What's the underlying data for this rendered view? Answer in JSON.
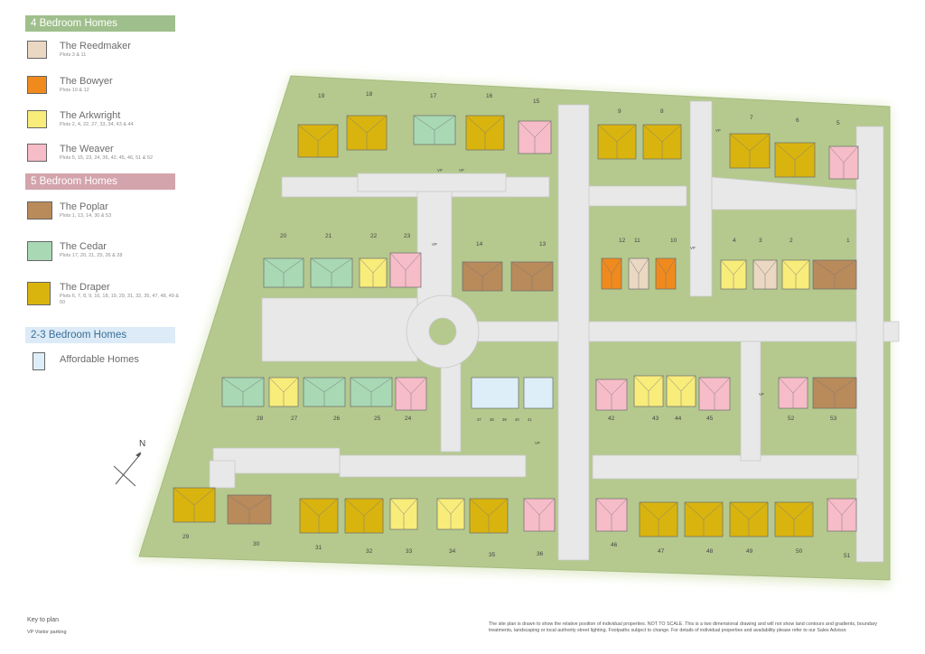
{
  "legend": {
    "four_bed": {
      "header": "4 Bedroom Homes",
      "items": [
        {
          "name": "The Reedmaker",
          "plots": "Plots 3 & 11",
          "color": "#ead8c2",
          "icon": "reedmaker-house-icon"
        },
        {
          "name": "The Bowyer",
          "plots": "Plots 10 & 12",
          "color": "#f08a1c",
          "icon": "bowyer-house-icon"
        },
        {
          "name": "The Arkwright",
          "plots": "Plots 2, 4, 22, 27, 33, 34, 43 & 44",
          "color": "#f8ec7a",
          "icon": "arkwright-house-icon"
        },
        {
          "name": "The Weaver",
          "plots": "Plots 5, 15, 23, 24, 36, 42, 45, 46, 51 & 52",
          "color": "#f6bcc8",
          "icon": "weaver-house-icon"
        }
      ]
    },
    "five_bed": {
      "header": "5 Bedroom Homes",
      "items": [
        {
          "name": "The Poplar",
          "plots": "Plots 1, 13, 14, 30 & 53",
          "color": "#b98a5a",
          "icon": "poplar-house-icon"
        },
        {
          "name": "The Cedar",
          "plots": "Plots 17, 20, 21, 25, 26 & 28",
          "color": "#a8d8b4",
          "icon": "cedar-house-icon"
        },
        {
          "name": "The Draper",
          "plots": "Plots 6, 7, 8, 9, 16, 18, 19, 29, 31, 32, 35, 47, 48, 49 & 50",
          "color": "#d9b40f",
          "icon": "draper-house-icon"
        }
      ]
    },
    "two_three_bed": {
      "header": "2-3 Bedroom Homes",
      "items": [
        {
          "name": "Affordable Homes",
          "plots": "",
          "color": "#ddeef8",
          "icon": "affordable-house-icon"
        }
      ]
    }
  },
  "key": {
    "title": "Key to plan",
    "vp": "VP   Visitor parking"
  },
  "compass": "N",
  "disclaimer": "The site plan is drawn to show the relative position of individual properties. NOT TO SCALE. This is a two dimensional drawing and will not show land contours and gradients, boundary treatments, landscaping or local authority street lighting. Footpaths subject to change. For details of individual properties and availability please refer to our Sales Advisor.",
  "colors": {
    "grass": "#b5c98e",
    "road": "#e8e8e8",
    "plot_line": "#c9d6b2",
    "reedmaker": "#ead8c2",
    "bowyer": "#f08a1c",
    "arkwright": "#f8ec7a",
    "weaver": "#f6bcc8",
    "poplar": "#b98a5a",
    "cedar": "#a8d8b4",
    "draper": "#d9b40f",
    "affordable": "#ddeef8"
  },
  "plots": [
    {
      "id": "19",
      "type": "draper"
    },
    {
      "id": "18",
      "type": "draper"
    },
    {
      "id": "17",
      "type": "cedar"
    },
    {
      "id": "16",
      "type": "draper"
    },
    {
      "id": "15",
      "type": "weaver"
    },
    {
      "id": "9",
      "type": "draper"
    },
    {
      "id": "8",
      "type": "draper"
    },
    {
      "id": "7",
      "type": "draper"
    },
    {
      "id": "6",
      "type": "draper"
    },
    {
      "id": "5",
      "type": "weaver"
    },
    {
      "id": "20",
      "type": "cedar"
    },
    {
      "id": "21",
      "type": "cedar"
    },
    {
      "id": "22",
      "type": "arkwright"
    },
    {
      "id": "23",
      "type": "weaver"
    },
    {
      "id": "14",
      "type": "poplar"
    },
    {
      "id": "13",
      "type": "poplar"
    },
    {
      "id": "12",
      "type": "bowyer"
    },
    {
      "id": "11",
      "type": "reedmaker"
    },
    {
      "id": "10",
      "type": "bowyer"
    },
    {
      "id": "4",
      "type": "arkwright"
    },
    {
      "id": "3",
      "type": "reedmaker"
    },
    {
      "id": "2",
      "type": "arkwright"
    },
    {
      "id": "1",
      "type": "poplar"
    },
    {
      "id": "28",
      "type": "cedar"
    },
    {
      "id": "27",
      "type": "arkwright"
    },
    {
      "id": "26",
      "type": "cedar"
    },
    {
      "id": "25",
      "type": "cedar"
    },
    {
      "id": "24",
      "type": "weaver"
    },
    {
      "id": "42",
      "type": "weaver"
    },
    {
      "id": "43",
      "type": "arkwright"
    },
    {
      "id": "44",
      "type": "arkwright"
    },
    {
      "id": "45",
      "type": "weaver"
    },
    {
      "id": "52",
      "type": "weaver"
    },
    {
      "id": "53",
      "type": "poplar"
    },
    {
      "id": "29",
      "type": "draper"
    },
    {
      "id": "30",
      "type": "poplar"
    },
    {
      "id": "31",
      "type": "draper"
    },
    {
      "id": "32",
      "type": "draper"
    },
    {
      "id": "33",
      "type": "arkwright"
    },
    {
      "id": "34",
      "type": "arkwright"
    },
    {
      "id": "35",
      "type": "draper"
    },
    {
      "id": "36",
      "type": "weaver"
    },
    {
      "id": "46",
      "type": "weaver"
    },
    {
      "id": "47",
      "type": "draper"
    },
    {
      "id": "48",
      "type": "draper"
    },
    {
      "id": "49",
      "type": "draper"
    },
    {
      "id": "50",
      "type": "draper"
    },
    {
      "id": "51",
      "type": "weaver"
    }
  ],
  "affordable_labels": [
    "37",
    "38",
    "39",
    "40",
    "41"
  ],
  "vp_label": "VP"
}
